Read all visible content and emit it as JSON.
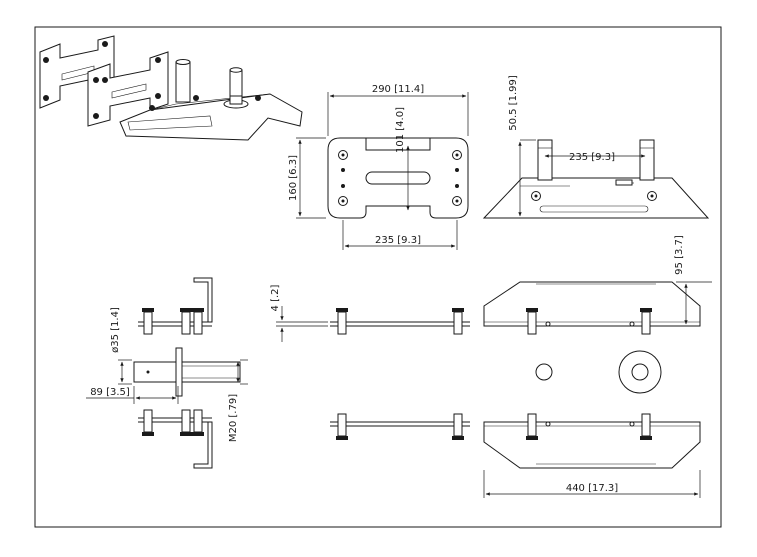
{
  "dimensions": {
    "width_290": "290 [11.4]",
    "height_160": "160 [6.3]",
    "slot_101": "101 [4.0]",
    "width_235_plate": "235 [9.3]",
    "height_50_5": "50.5 [1.99]",
    "width_235_side": "235 [9.3]",
    "height_95": "95 [3.7]",
    "thickness_4": "4 [.2]",
    "diameter_35": "ø35 [1.4]",
    "length_89": "89 [3.5]",
    "thread_m20": "M20 [.79]",
    "width_440": "440 [17.3]"
  }
}
